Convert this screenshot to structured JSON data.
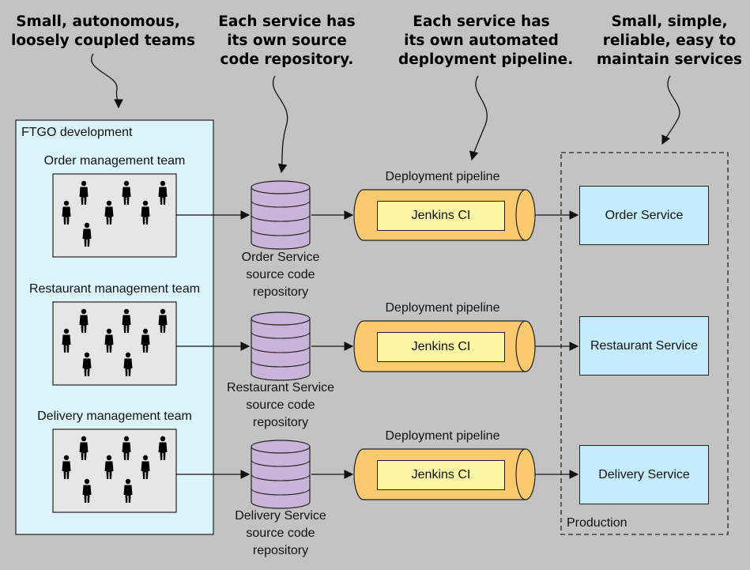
{
  "callouts": {
    "teams": "Small, autonomous,\nloosely coupled teams",
    "repos": "Each service has\nits own source\ncode repository.",
    "pipelines": "Each service has\nits own automated\ndeployment pipeline.",
    "services": "Small, simple,\nreliable, easy to\nmaintain services"
  },
  "development": {
    "title": "FTGO development",
    "teams": [
      {
        "label": "Order management team"
      },
      {
        "label": "Restaurant management team"
      },
      {
        "label": "Delivery management team"
      }
    ]
  },
  "repositories": [
    {
      "label": "Order Service\nsource code\nrepository"
    },
    {
      "label": "Restaurant Service\nsource code\nrepository"
    },
    {
      "label": "Delivery Service\nsource code\nrepository"
    }
  ],
  "pipelines": [
    {
      "label": "Deployment pipeline",
      "tool": "Jenkins CI"
    },
    {
      "label": "Deployment pipeline",
      "tool": "Jenkins CI"
    },
    {
      "label": "Deployment pipeline",
      "tool": "Jenkins CI"
    }
  ],
  "production": {
    "title": "Production",
    "services": [
      "Order Service",
      "Restaurant Service",
      "Delivery Service"
    ]
  },
  "colors": {
    "background": "#c3c3c3",
    "development_fill": "#dbf3fa",
    "team_fill": "#e6e6e6",
    "repo_fill": "#c8b3d9",
    "pipeline_fill": "#fbca6e",
    "jenkins_fill": "#faf6a4",
    "service_fill": "#c5ecfb"
  }
}
